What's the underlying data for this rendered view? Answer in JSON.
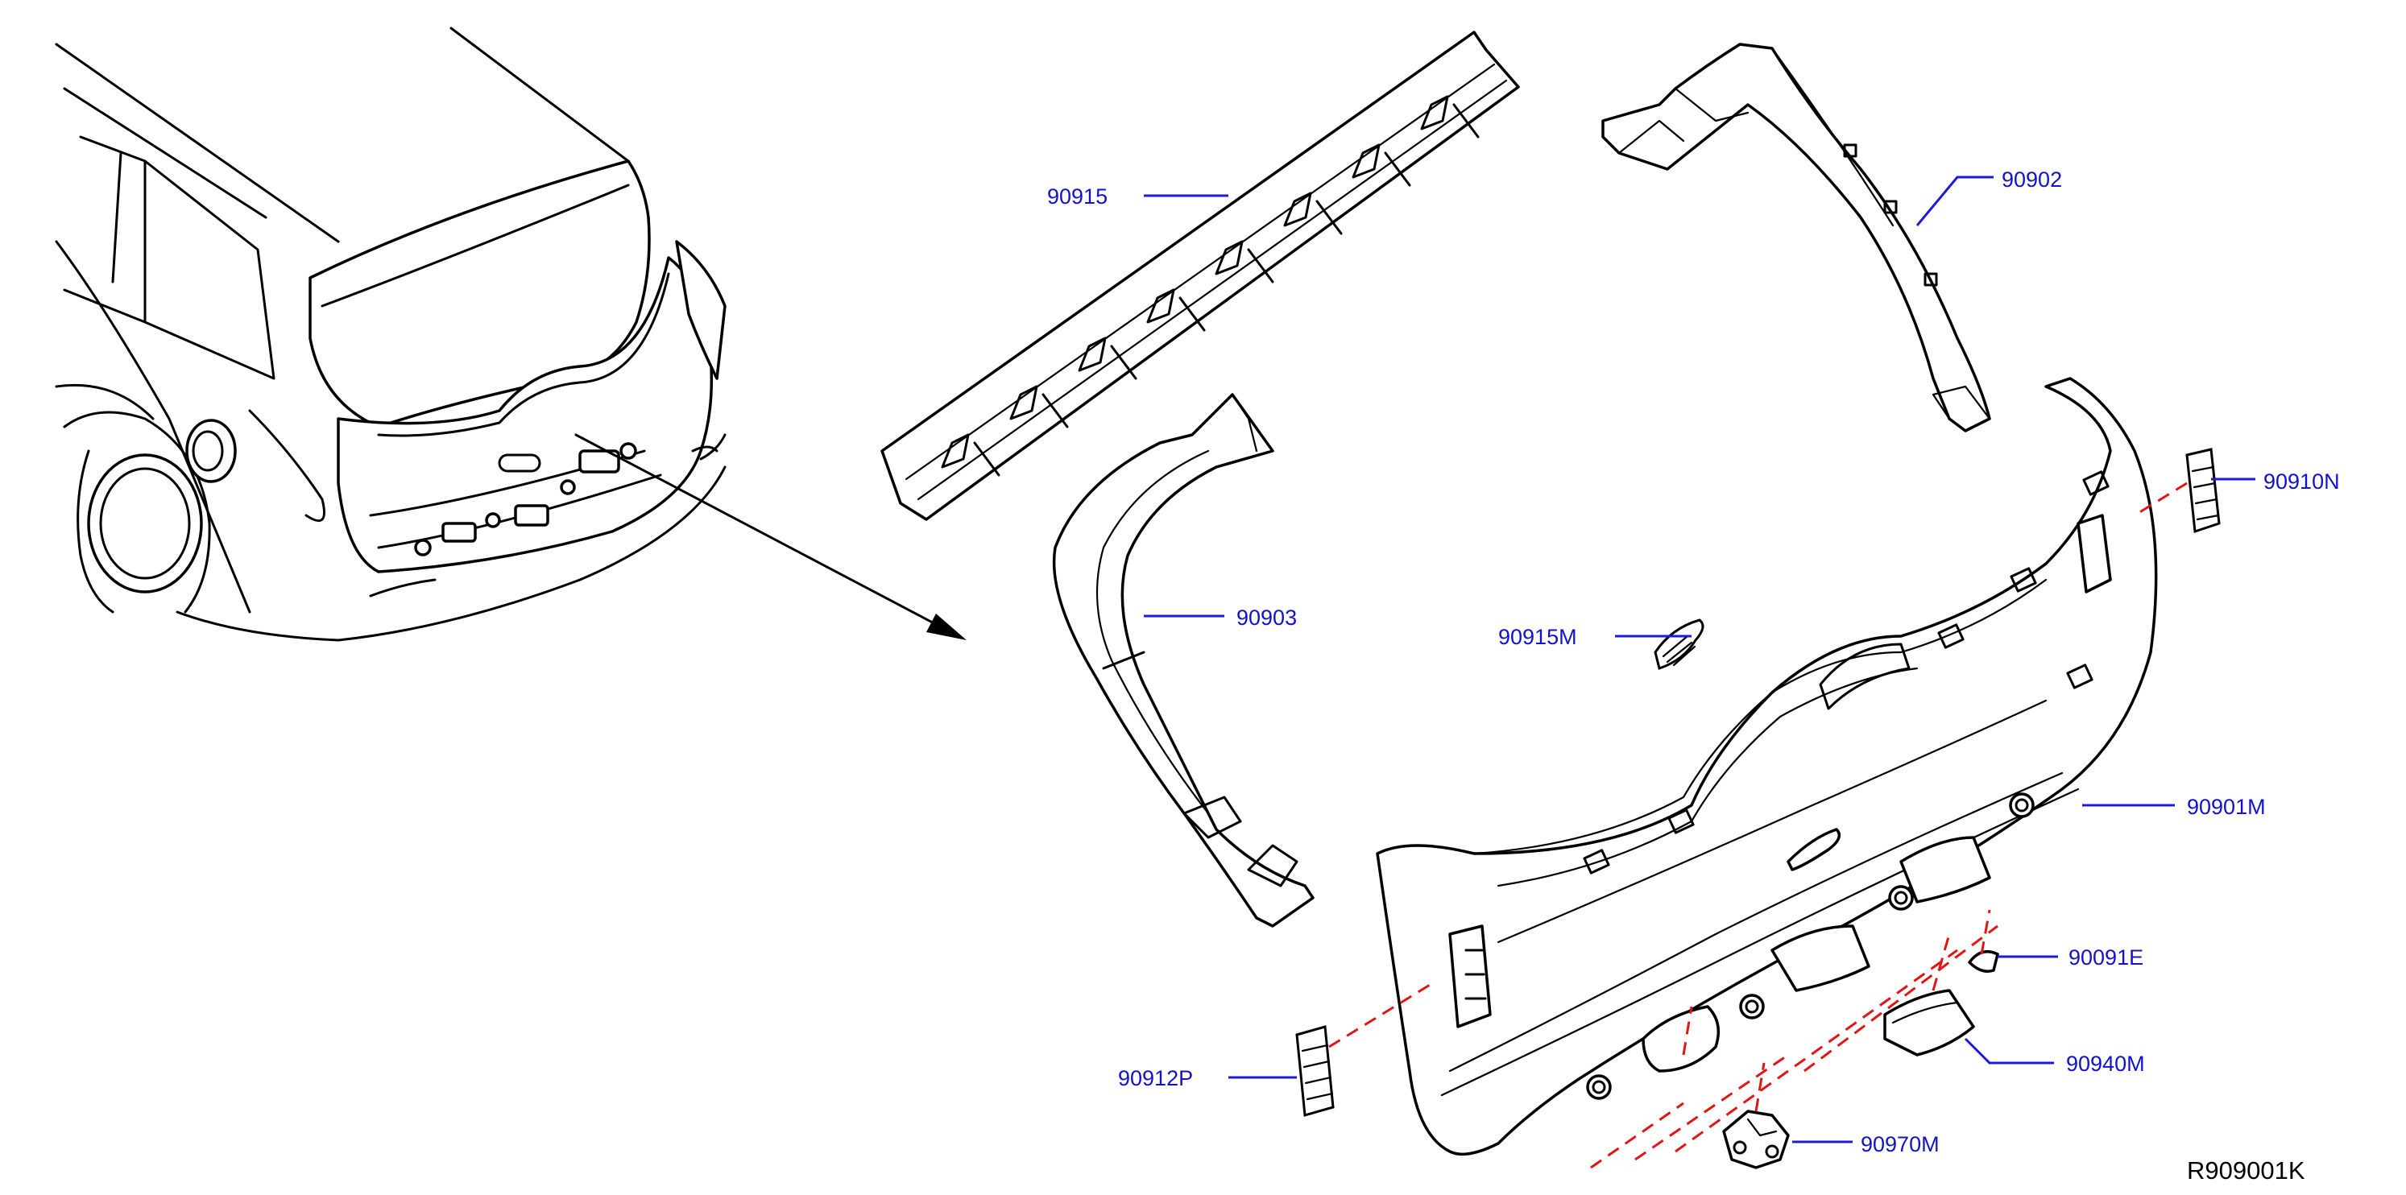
{
  "diagram": {
    "callouts": {
      "p90915": "90915",
      "p90902": "90902",
      "p90903": "90903",
      "p90915M": "90915M",
      "p90910N": "90910N",
      "p90901M": "90901M",
      "p90091E": "90091E",
      "p90912P": "90912P",
      "p90940M": "90940M",
      "p90970M": "90970M"
    },
    "reference_code": "R909001K",
    "colors": {
      "callout_text": "#1212cc",
      "leader_line": "#1b1bd6",
      "dashed_guide": "#e01515",
      "outline": "#000000"
    }
  }
}
